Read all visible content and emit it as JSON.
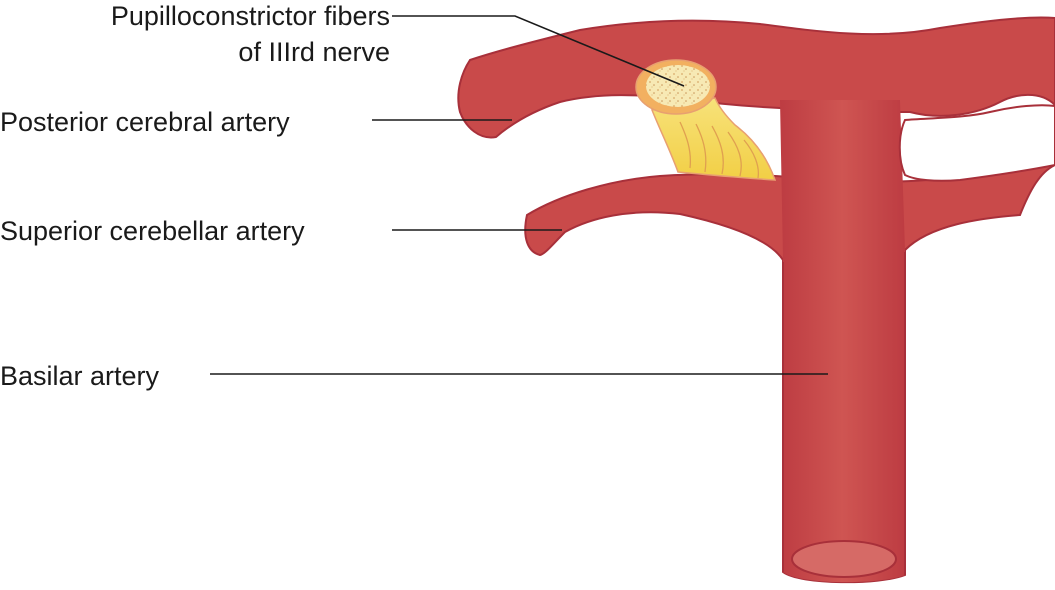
{
  "labels": {
    "pupilloconstrictor_line1": "Pupilloconstrictor fibers",
    "pupilloconstrictor_line2": "of IIIrd nerve",
    "posterior_cerebral_artery": "Posterior cerebral artery",
    "superior_cerebellar_artery": "Superior cerebellar artery",
    "basilar_artery": "Basilar artery"
  },
  "colors": {
    "artery": "#c94a4a",
    "artery_outline": "#a8303a",
    "artery_lumen": "#d66a66",
    "nerve": "#f3d860",
    "nerve_outline": "#e8a070",
    "nerve_core": "#f6e6a8",
    "leader_line": "#1a1a1a"
  }
}
